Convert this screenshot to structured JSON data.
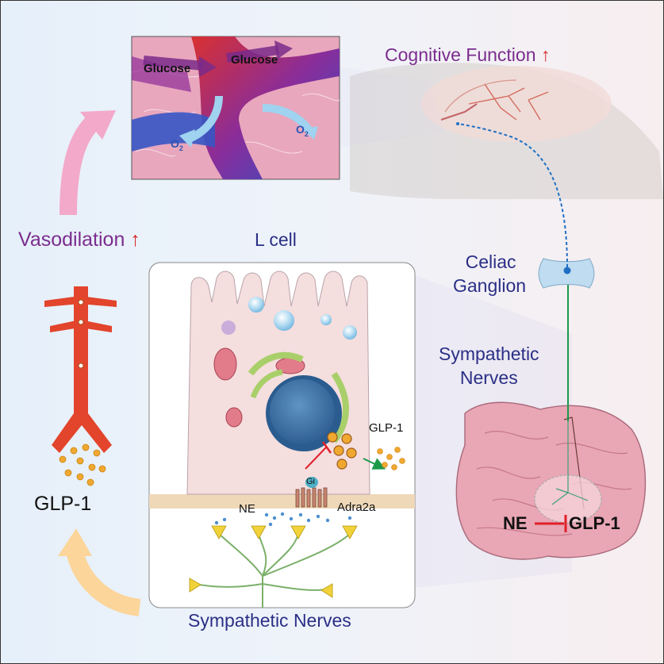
{
  "labels": {
    "cognitive": "Cognitive Function",
    "vasodilation": "Vasodilation",
    "up_arrow": "↑",
    "lcell": "L cell",
    "celiac_line1": "Celiac",
    "celiac_line2": "Ganglion",
    "symp_line1": "Sympathetic",
    "symp_line2": "Nerves",
    "glp1_left": "GLP-1",
    "symp_bottom": "Sympathetic Nerves",
    "glucose_left": "Glucose",
    "glucose_right": "Glucose",
    "o2_a": "O",
    "o2_b": "O",
    "o2_sub": "2",
    "glp1_cell": "GLP-1",
    "gi": "Gi",
    "ne_cell": "NE",
    "adra2a": "Adra2a",
    "ne_gut": "NE",
    "glp1_gut": "GLP-1"
  },
  "colors": {
    "purple_text": "#7b2d8e",
    "navy_text": "#2b2f86",
    "up_arrow": "#d62828",
    "nerve_green": "#1a9a4a",
    "dotted_blue": "#1f6fc4",
    "inhibit_red": "#e0202a"
  },
  "icons": [
    "brain-icon",
    "artery-icon",
    "intestine-icon",
    "l-cell-icon",
    "neuron-icon",
    "ganglion-icon",
    "tissue-vessel-icon"
  ]
}
